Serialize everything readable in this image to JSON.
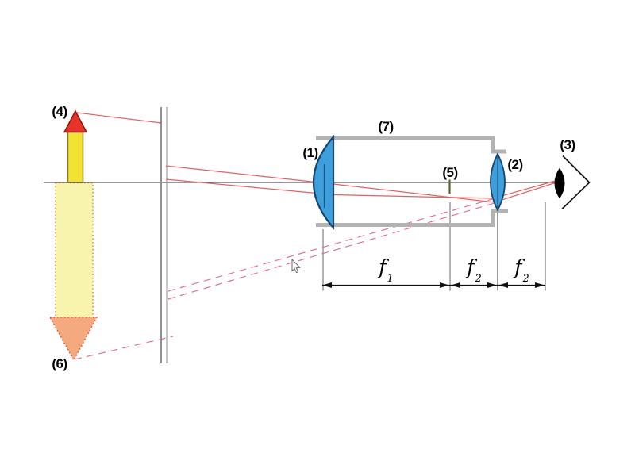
{
  "labels": {
    "objective_lens": "(1)",
    "eyepiece_lens": "(2)",
    "eye": "(3)",
    "object_arrow": "(4)",
    "focal_plane": "(5)",
    "virtual_image": "(6)",
    "telescope_tube": "(7)"
  },
  "dimensions": {
    "f1": {
      "symbol": "f",
      "subscript": "1"
    },
    "f2a": {
      "symbol": "f",
      "subscript": "2"
    },
    "f2b": {
      "symbol": "f",
      "subscript": "2"
    }
  },
  "colors": {
    "lens_fill": "#3da0dc",
    "lens_stroke": "#17456e",
    "ray_solid": "#e06262",
    "ray_dashed": "#e0719a",
    "tube_gray": "#b3b3b3",
    "wall_gray": "#8f8f8f",
    "axis_black": "#333333",
    "object_shaft_yellow": "#f2e233",
    "object_head_red": "#e8332a",
    "virtual_shaft_yellow": "#f8f4ae",
    "virtual_head_salmon": "#f4a97e",
    "dimension_black": "#111111"
  },
  "icons": {
    "cursor": "mouse-pointer"
  }
}
